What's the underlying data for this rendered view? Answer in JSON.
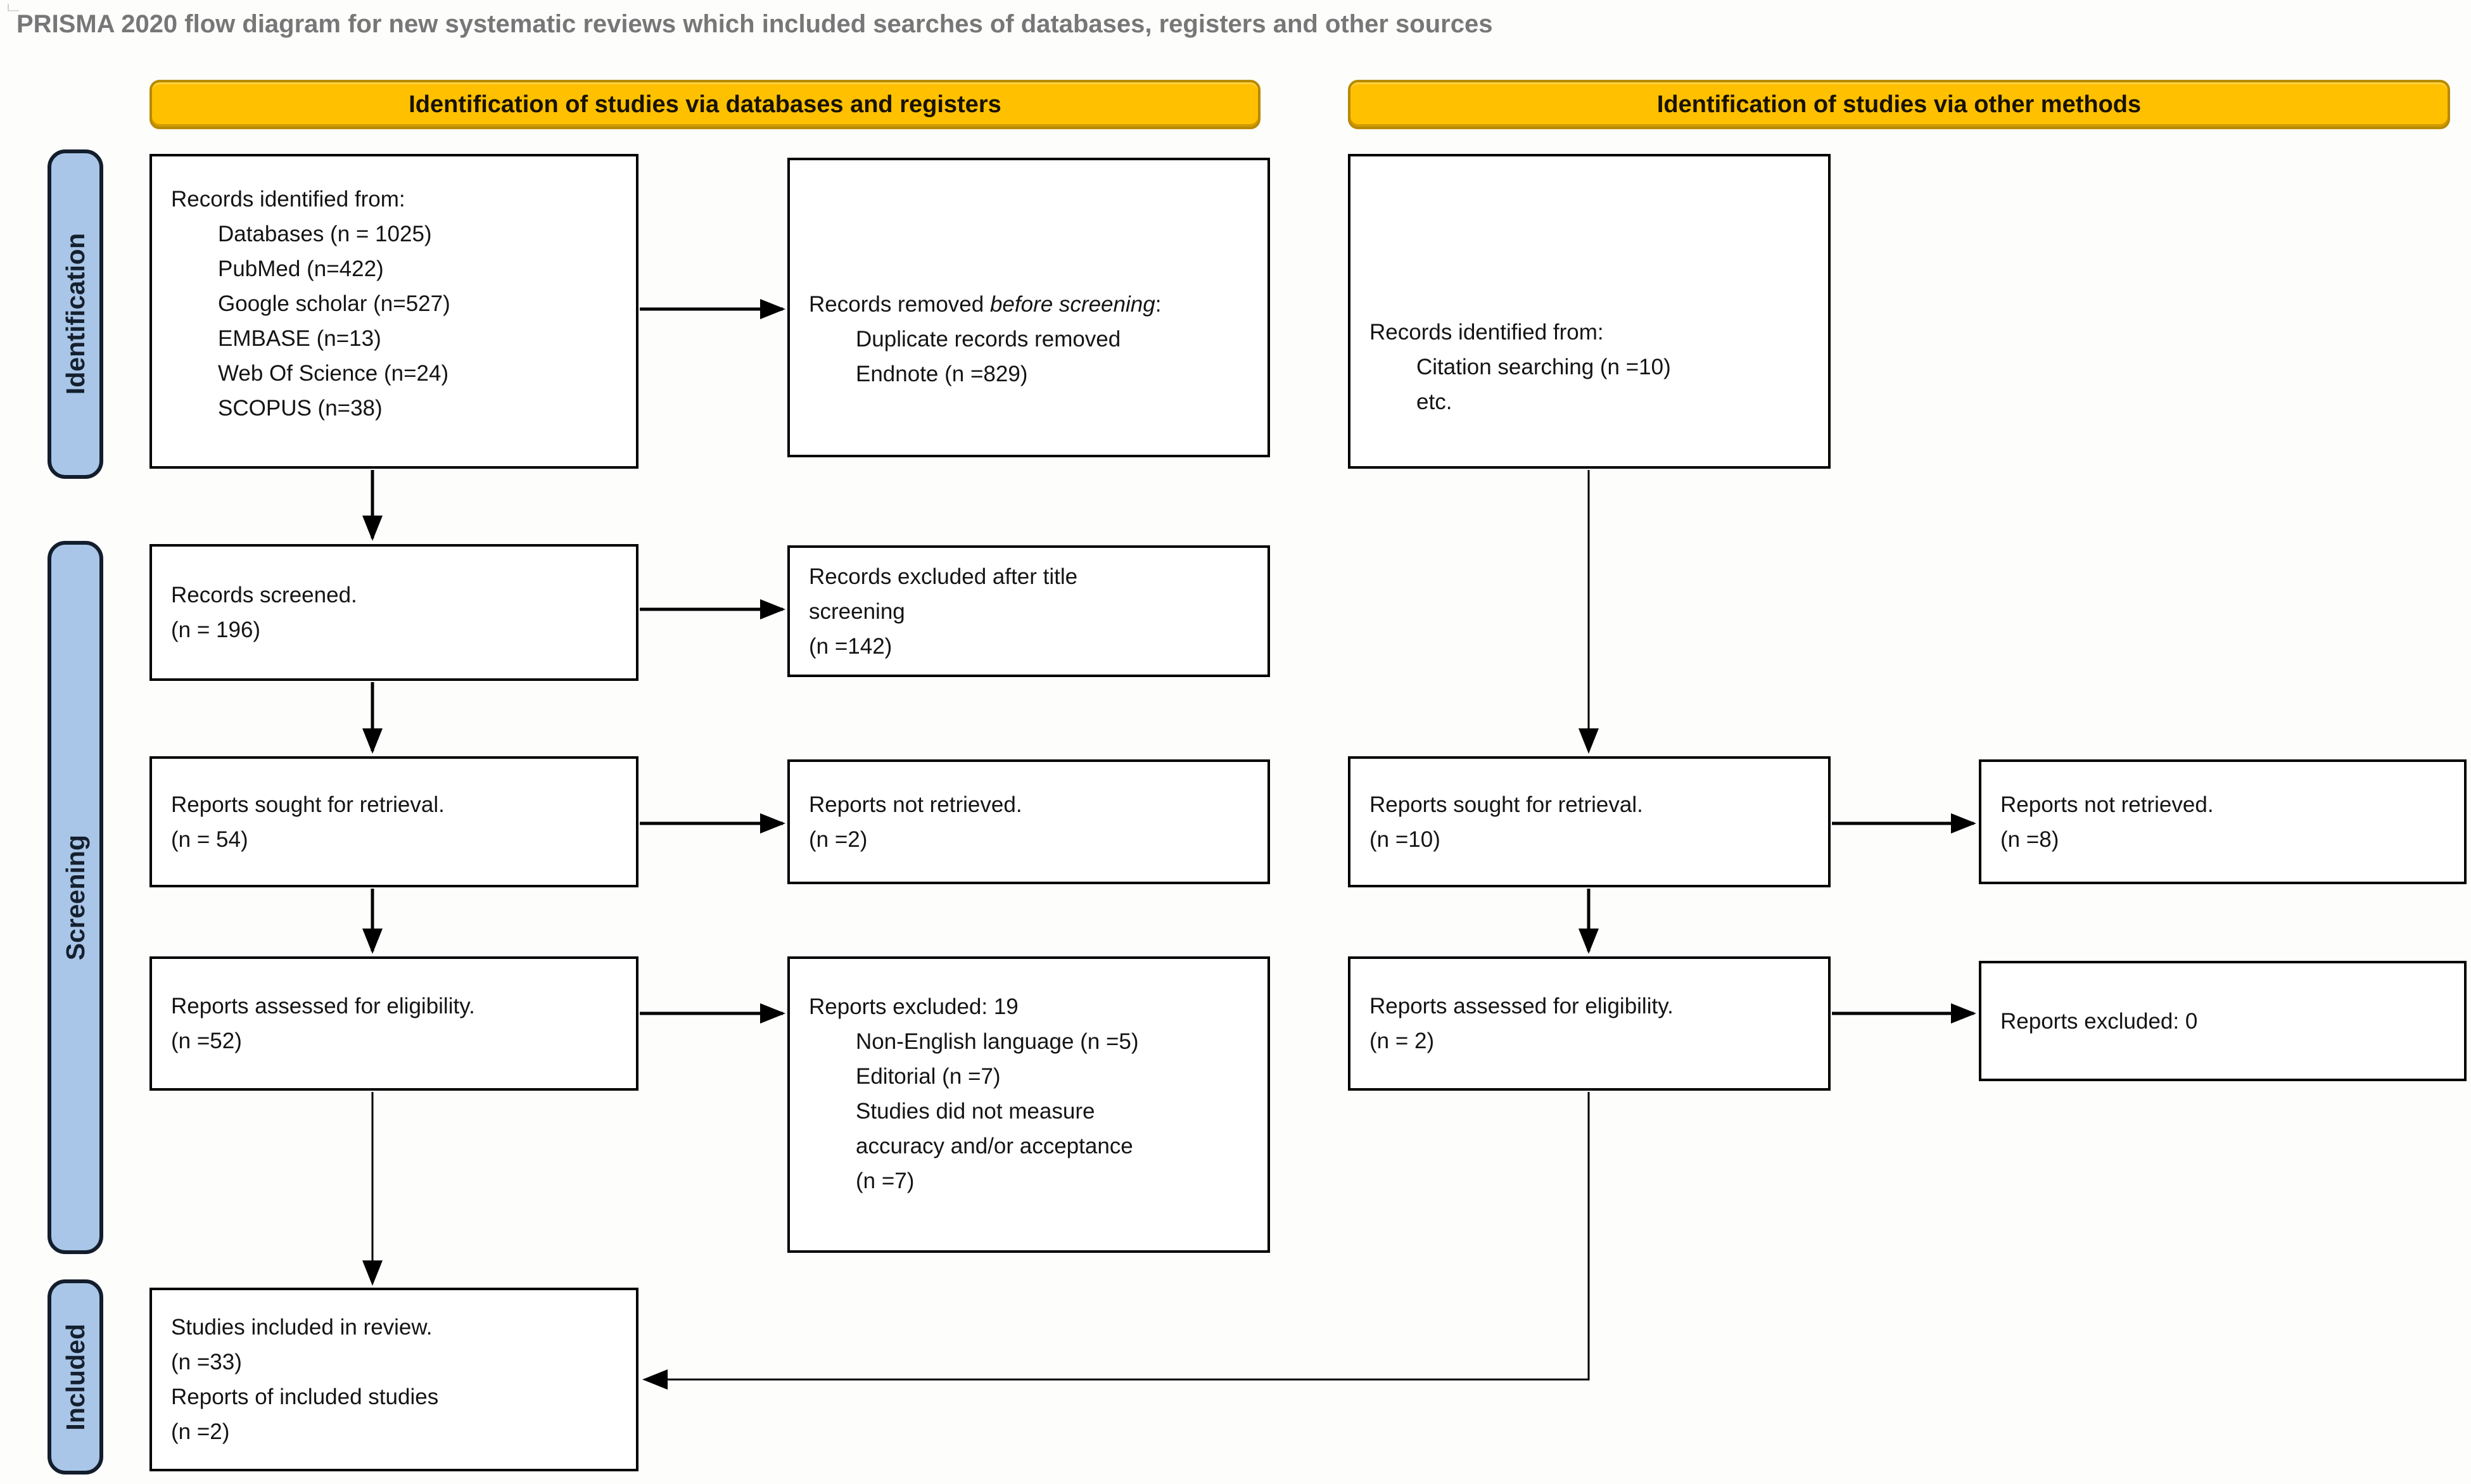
{
  "title": "PRISMA 2020 flow diagram for new systematic reviews which included searches of databases, registers and other sources",
  "headers": {
    "databases": "Identification of studies via databases and registers",
    "other": "Identification of studies via other methods"
  },
  "stage_labels": {
    "identification": "Identification",
    "screening": "Screening",
    "included": "Included"
  },
  "boxes": {
    "records_identified_db": {
      "heading": "Records identified from:",
      "items": [
        "Databases (n = 1025)",
        "PubMed (n=422)",
        "Google scholar (n=527)",
        "EMBASE (n=13)",
        "Web Of Science (n=24)",
        "SCOPUS (n=38)"
      ]
    },
    "records_removed": {
      "heading_prefix": "Records removed ",
      "heading_italic": "before screening",
      "heading_suffix": ":",
      "items": [
        "Duplicate records removed",
        "Endnote (n =829)"
      ]
    },
    "records_identified_other": {
      "heading": "Records identified from:",
      "items": [
        "Citation searching (n =10)",
        "etc."
      ]
    },
    "records_screened": {
      "lines": [
        "Records screened.",
        "(n = 196)"
      ]
    },
    "records_excluded_title": {
      "lines": [
        "Records excluded after title",
        "screening",
        "(n =142)"
      ]
    },
    "reports_sought_db": {
      "lines": [
        "Reports sought for retrieval.",
        "(n = 54)"
      ]
    },
    "reports_not_retrieved_db": {
      "lines": [
        "Reports not retrieved.",
        "(n =2)"
      ]
    },
    "reports_sought_other": {
      "lines": [
        "Reports sought for retrieval.",
        "(n =10)"
      ]
    },
    "reports_not_retrieved_other": {
      "lines": [
        "Reports not retrieved.",
        "(n =8)"
      ]
    },
    "reports_assessed_db": {
      "lines": [
        "Reports assessed for eligibility.",
        "(n =52)"
      ]
    },
    "reports_excluded_db": {
      "heading": "Reports excluded: 19",
      "items": [
        "Non-English language (n =5)",
        "Editorial (n =7)",
        "Studies did not measure",
        "accuracy and/or acceptance",
        "(n =7)"
      ]
    },
    "reports_assessed_other": {
      "lines": [
        "Reports assessed for eligibility.",
        "(n = 2)"
      ]
    },
    "reports_excluded_other": {
      "lines": [
        "Reports excluded: 0"
      ]
    },
    "studies_included": {
      "lines": [
        "Studies included in review.",
        "(n =33)",
        "Reports of included studies",
        "(n =2)"
      ]
    }
  },
  "colors": {
    "header_bg": "#FFC000",
    "header_border": "#B88A00",
    "stage_bg": "#A9C6E8",
    "box_border": "#000000",
    "title_color": "#777777",
    "arrow": "#000000"
  }
}
